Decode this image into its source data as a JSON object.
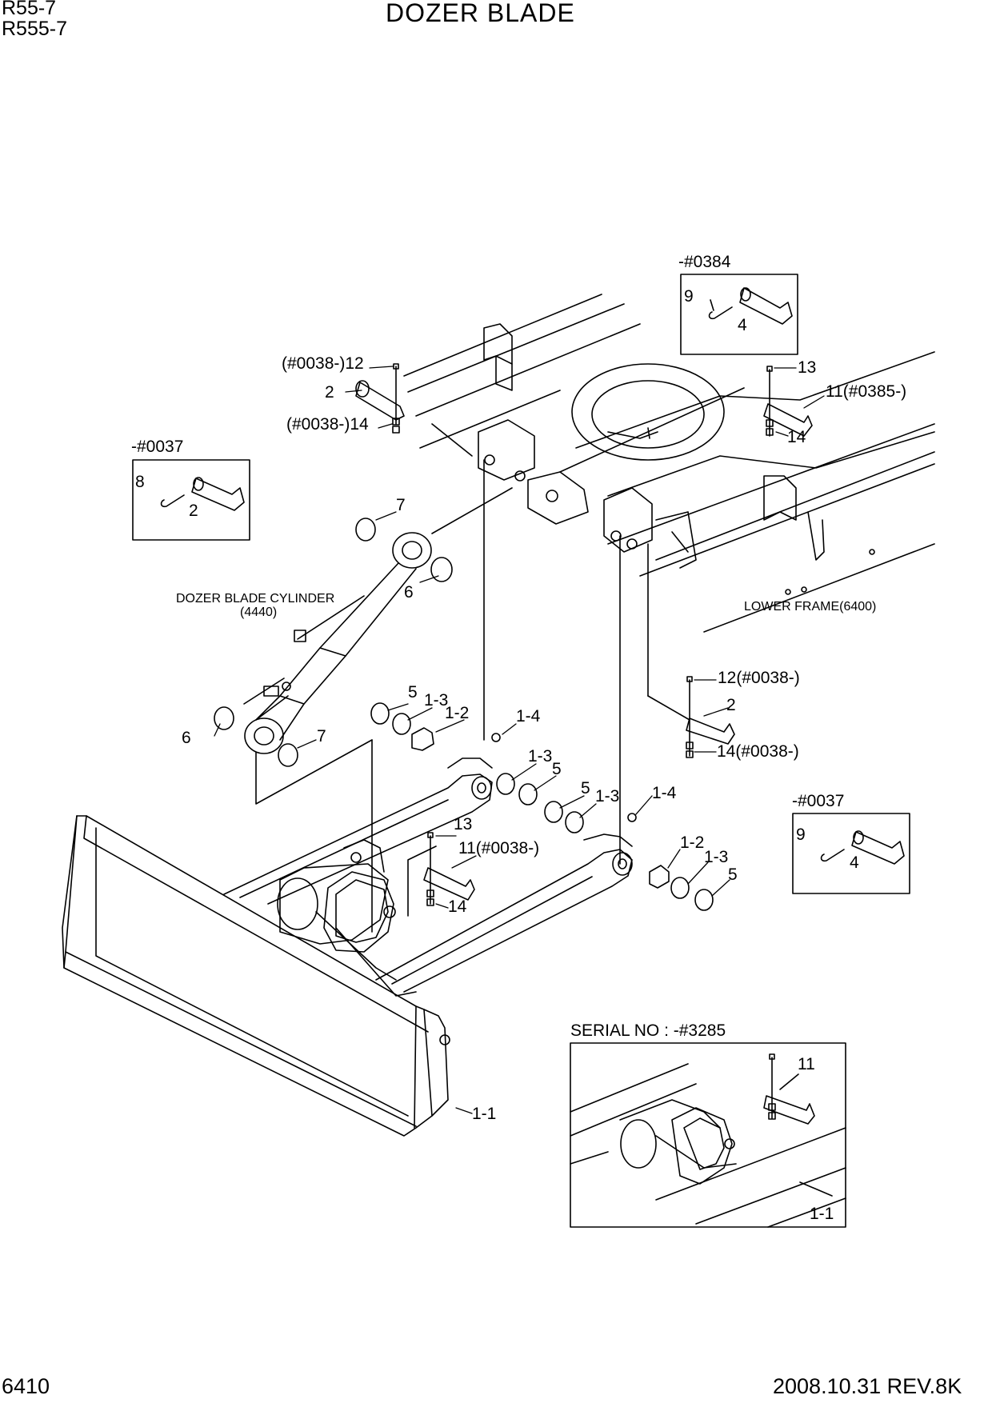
{
  "header": {
    "models": [
      "R55-7",
      "R555-7"
    ],
    "title": "DOZER BLADE"
  },
  "footer": {
    "page_number": "6410",
    "revision": "2008.10.31  REV.8K"
  },
  "insets": {
    "top_right": {
      "caption": "-#0384",
      "labels": [
        "9",
        "4"
      ]
    },
    "left": {
      "caption": "-#0037",
      "labels": [
        "8",
        "2"
      ]
    },
    "mid_right": {
      "caption": "-#0037",
      "labels": [
        "9",
        "4"
      ]
    },
    "bottom_right": {
      "caption": "SERIAL NO : -#3285",
      "labels": [
        "11",
        "1-1"
      ]
    }
  },
  "assemblies": {
    "cylinder_name": "DOZER BLADE CYLINDER",
    "cylinder_ref": "(4440)",
    "frame_name": "LOWER FRAME(6400)"
  },
  "callouts": [
    "(#0038-)12",
    "2",
    "(#0038-)14",
    "13",
    "11(#0385-)",
    "14",
    "7",
    "6",
    "6",
    "7",
    "5",
    "1-3",
    "1-2",
    "1-4",
    "1-3",
    "5",
    "5",
    "1-3",
    "1-4",
    "1-2",
    "1-3",
    "5",
    "12(#0038-)",
    "2",
    "14(#0038-)",
    "13",
    "11(#0038-)",
    "14",
    "1-1"
  ]
}
